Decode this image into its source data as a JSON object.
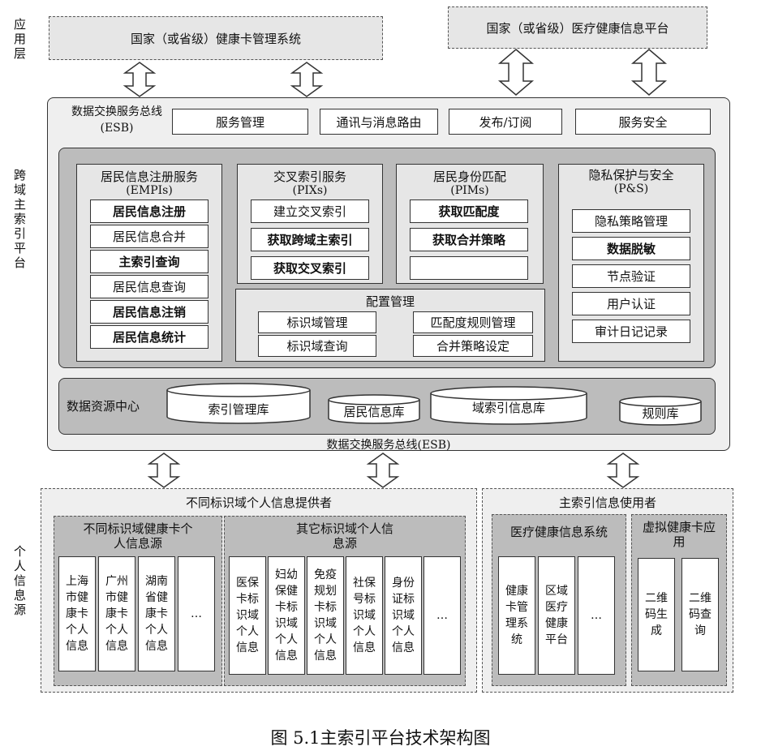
{
  "layers": {
    "app": "应用层",
    "platform": "跨域主索引平台",
    "source": "个人信息源"
  },
  "top_systems": {
    "health_card": "国家（或省级）健康卡管理系统",
    "medical_platform": "国家（或省级）医疗健康信息平台"
  },
  "esb_top": {
    "label": "数据交换服务总线(ESB)",
    "items": [
      "服务管理",
      "通讯与消息路由",
      "发布/订阅",
      "服务安全"
    ]
  },
  "empi": {
    "title": "居民信息注册服务",
    "subtitle": "(EMPIs)",
    "items": [
      {
        "label": "居民信息注册",
        "bold": true
      },
      {
        "label": "居民信息合并",
        "bold": false
      },
      {
        "label": "主索引查询",
        "bold": true
      },
      {
        "label": "居民信息查询",
        "bold": false
      },
      {
        "label": "居民信息注销",
        "bold": true
      },
      {
        "label": "居民信息统计",
        "bold": true
      }
    ]
  },
  "pix": {
    "title": "交叉索引服务",
    "subtitle": "(PIXs)",
    "items": [
      {
        "label": "建立交叉索引",
        "bold": false
      },
      {
        "label": "获取跨域主索引",
        "bold": true
      },
      {
        "label": "获取交叉索引",
        "bold": true
      }
    ]
  },
  "pim": {
    "title": "居民身份匹配",
    "subtitle": "(PIMs)",
    "items": [
      {
        "label": "获取匹配度",
        "bold": true
      },
      {
        "label": "获取合并策略",
        "bold": true
      },
      {
        "label": "",
        "bold": false
      }
    ]
  },
  "privacy": {
    "title": "隐私保护与安全",
    "subtitle": "(P&S)",
    "items": [
      {
        "label": "隐私策略管理",
        "bold": false
      },
      {
        "label": "数据脱敏",
        "bold": true
      },
      {
        "label": "节点验证",
        "bold": false
      },
      {
        "label": "用户认证",
        "bold": false
      },
      {
        "label": "审计日记记录",
        "bold": false
      }
    ]
  },
  "config": {
    "title": "配置管理",
    "items": [
      "标识域管理",
      "匹配度规则管理",
      "标识域查询",
      "合并策略设定"
    ]
  },
  "data_center": {
    "label": "数据资源中心",
    "dbs": [
      "索引管理库",
      "居民信息库",
      "域索引信息库",
      "规则库"
    ]
  },
  "esb_bottom": "数据交换服务总线(ESB)",
  "providers": {
    "title": "不同标识域个人信息提供者",
    "group1": {
      "title": "不同标识域健康卡个人信息源",
      "items": [
        "上海市健康卡个人信息",
        "广州市健康卡个人信息",
        "湖南省健康卡个人信息",
        "…"
      ]
    },
    "group2": {
      "title": "其它标识域个人信息源",
      "items": [
        "医保卡标识域个人信息",
        "妇幼保健卡标识域个人信息",
        "免疫规划卡标识域个人信息",
        "社保号标识域个人信息",
        "身份证标识域个人信息",
        "…"
      ]
    }
  },
  "users": {
    "title": "主索引信息使用者",
    "group1": {
      "title": "医疗健康信息系统",
      "items": [
        "健康卡管理系统",
        "区域医疗健康平台",
        "…"
      ]
    },
    "group2": {
      "title": "虚拟健康卡应用",
      "items": [
        "二维码生成",
        "二维码查询"
      ]
    }
  },
  "caption": "图 5.1主索引平台技术架构图"
}
